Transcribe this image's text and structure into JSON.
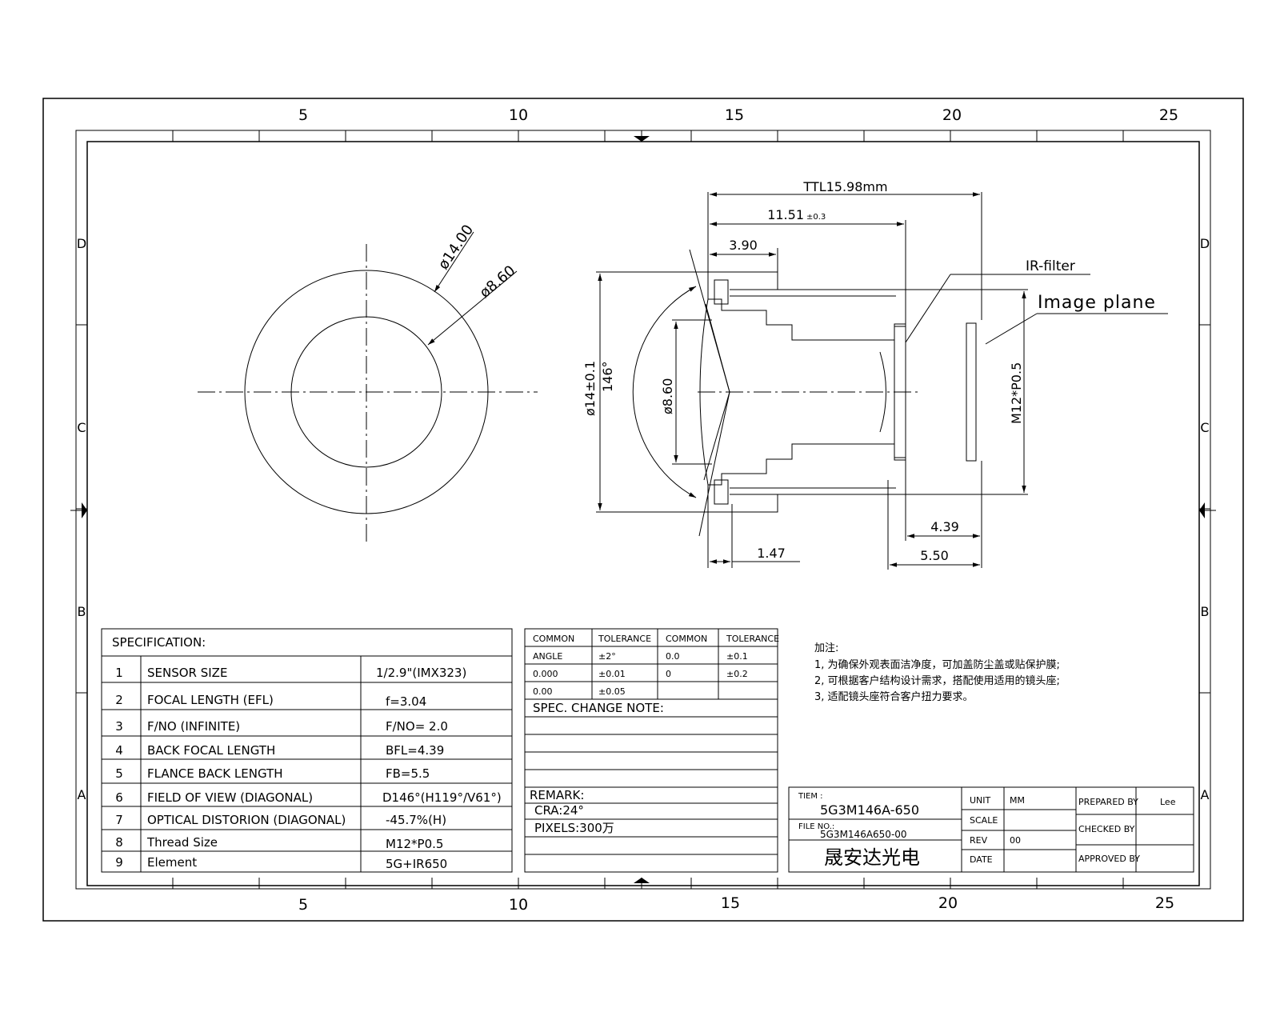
{
  "frame": {
    "columns": [
      "5",
      "10",
      "15",
      "20",
      "25"
    ],
    "rows": [
      "D",
      "C",
      "B",
      "A"
    ]
  },
  "dims": {
    "dia_outer": "ø14.00",
    "dia_inner": "ø8.60",
    "ttl": "TTL15.98mm",
    "len_1151": "11.51",
    "len_1151_tol": "±0.3",
    "len_390": "3.90",
    "ir_filter": "IR-filter",
    "image_plane": "Image plane",
    "dia14_tol": "ø14±0.1",
    "fov_angle": "146°",
    "side_dia": "ø8.60",
    "thread": "M12*P0.5",
    "len_439": "4.39",
    "len_147": "1.47",
    "len_550": "5.50"
  },
  "spec": {
    "header": "SPECIFICATION:",
    "rows": [
      {
        "no": "1",
        "name": "SENSOR SIZE",
        "value": "1/2.9\"(IMX323)"
      },
      {
        "no": "2",
        "name": "FOCAL LENGTH (EFL)",
        "value": "f=3.04"
      },
      {
        "no": "3",
        "name": "F/NO (INFINITE)",
        "value": "F/NO= 2.0"
      },
      {
        "no": "4",
        "name": "BACK FOCAL LENGTH",
        "value": "BFL=4.39"
      },
      {
        "no": "5",
        "name": "FLANCE BACK LENGTH",
        "value": "FB=5.5"
      },
      {
        "no": "6",
        "name": "FIELD OF VIEW (DIAGONAL)",
        "value": "D146°(H119°/V61°)"
      },
      {
        "no": "7",
        "name": "OPTICAL DISTORION (DIAGONAL)",
        "value": "-45.7%(H)"
      },
      {
        "no": "8",
        "name": "Thread Size",
        "value": "M12*P0.5"
      },
      {
        "no": "9",
        "name": "Element",
        "value": "5G+IR650"
      }
    ]
  },
  "tolerance": {
    "headers": [
      "COMMON",
      "TOLERANCE",
      "COMMON",
      "TOLERANCE"
    ],
    "rows": [
      [
        "ANGLE",
        "±2°",
        "0.0",
        "±0.1"
      ],
      [
        "0.000",
        "±0.01",
        "0",
        "±0.2"
      ],
      [
        "0.00",
        "±0.05",
        "",
        ""
      ]
    ],
    "change_note": "SPEC. CHANGE NOTE:",
    "remark": "REMARK:",
    "cra": "CRA:24°",
    "pixels": "PIXELS:300万"
  },
  "notes": {
    "title": "加注:",
    "lines": [
      "1, 为确保外观表面洁净度，可加盖防尘盖或贴保护膜;",
      "2, 可根据客户结构设计需求，搭配使用适用的镜头座;",
      "3, 适配镜头座符合客户扭力要求。"
    ]
  },
  "title_block": {
    "item_label": "TIEM :",
    "item_value": "5G3M146A-650",
    "file_label": "FILE NO.:",
    "file_value": "5G3M146A650-00",
    "company": "晟安达光电",
    "unit_label": "UNIT",
    "unit_value": "MM",
    "scale_label": "SCALE",
    "scale_value": "",
    "rev_label": "REV",
    "rev_value": "00",
    "date_label": "DATE",
    "date_value": "",
    "prepared_label": "PREPARED BY",
    "prepared_value": "Lee",
    "checked_label": "CHECKED BY",
    "checked_value": "",
    "approved_label": "APPROVED BY",
    "approved_value": ""
  }
}
